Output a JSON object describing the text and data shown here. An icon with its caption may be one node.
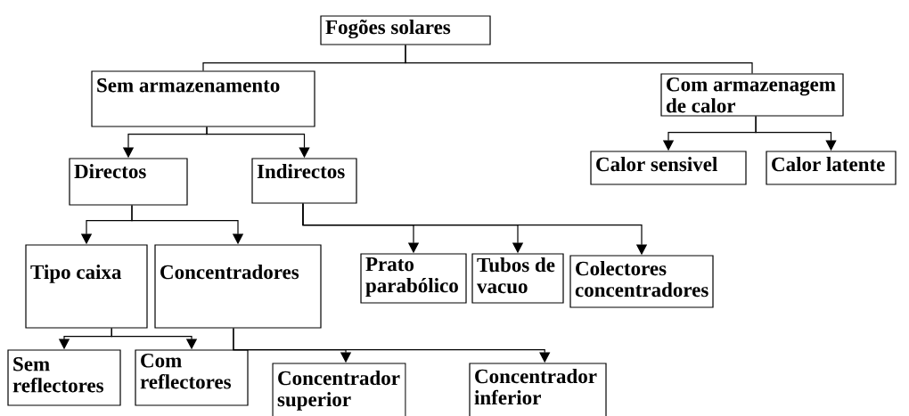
{
  "diagram": {
    "nodes": [
      {
        "text": [
          "Fogões solares"
        ]
      },
      {
        "text": [
          "Sem armazenamento"
        ]
      },
      {
        "text": [
          "Com armazenagem de calor"
        ]
      },
      {
        "text": [
          "Directos"
        ]
      },
      {
        "text": [
          "Indirectos"
        ]
      },
      {
        "text": [
          "Calor sensivel"
        ]
      },
      {
        "text": [
          "Calor latente"
        ]
      },
      {
        "text": [
          "Tipo caixa"
        ]
      },
      {
        "text": [
          "Concentradores"
        ]
      },
      {
        "text": [
          "Prato parabólico"
        ]
      },
      {
        "text": [
          "Tubos de vacuo"
        ]
      },
      {
        "text": [
          "Colectores concentradores"
        ]
      },
      {
        "text": [
          "Sem reflectores"
        ]
      },
      {
        "text": [
          "Com reflectores"
        ]
      },
      {
        "text": [
          "Concentrador superior"
        ]
      },
      {
        "text": [
          "Concentrador inferior"
        ]
      }
    ],
    "edges": [
      {
        "from": 0,
        "to": 1,
        "arrow": "none"
      },
      {
        "from": 0,
        "to": 2,
        "arrow": "none"
      },
      {
        "from": 1,
        "to": 3,
        "arrow": "to"
      },
      {
        "from": 1,
        "to": 4,
        "arrow": "to"
      },
      {
        "from": 2,
        "to": 5,
        "arrow": "to"
      },
      {
        "from": 2,
        "to": 6,
        "arrow": "to"
      },
      {
        "from": 3,
        "to": 7,
        "arrow": "to"
      },
      {
        "from": 3,
        "to": 8,
        "arrow": "to"
      },
      {
        "from": 4,
        "to": 9,
        "arrow": "to"
      },
      {
        "from": 4,
        "to": 10,
        "arrow": "to"
      },
      {
        "from": 4,
        "to": 11,
        "arrow": "to"
      },
      {
        "from": 7,
        "to": 12,
        "arrow": "to"
      },
      {
        "from": 7,
        "to": 13,
        "arrow": "to"
      },
      {
        "from": 8,
        "to": 14,
        "arrow": "to"
      },
      {
        "from": 8,
        "to": 15,
        "arrow": "to"
      }
    ]
  }
}
